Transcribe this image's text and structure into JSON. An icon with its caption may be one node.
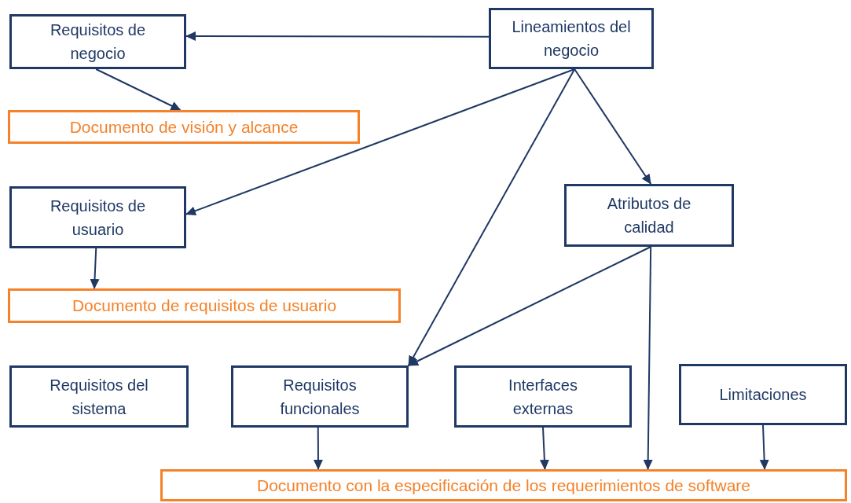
{
  "diagram": {
    "nodes": [
      {
        "text": [
          "Requisitos de negocio"
        ]
      },
      {
        "text": [
          "Lineamientos del negocio"
        ]
      },
      {
        "text": [
          "Documento de visión y alcance"
        ]
      },
      {
        "text": [
          "Requisitos de usuario"
        ]
      },
      {
        "text": [
          "Atributos de calidad"
        ]
      },
      {
        "text": [
          "Documento de requisitos de usuario"
        ]
      },
      {
        "text": [
          "Requisitos del sistema"
        ]
      },
      {
        "text": [
          "Requisitos funcionales"
        ]
      },
      {
        "text": [
          "Interfaces externas"
        ]
      },
      {
        "text": [
          "Limitaciones"
        ]
      },
      {
        "text": [
          "Documento con la especificación de los requerimientos de software"
        ]
      }
    ],
    "edges": [
      {
        "from": 1,
        "to": 0,
        "arrow": "to"
      },
      {
        "from": 0,
        "to": 2,
        "arrow": "to"
      },
      {
        "from": 1,
        "to": 3,
        "arrow": "to"
      },
      {
        "from": 1,
        "to": 4,
        "arrow": "to"
      },
      {
        "from": 1,
        "to": 7,
        "arrow": "to"
      },
      {
        "from": 3,
        "to": 5,
        "arrow": "to"
      },
      {
        "from": 4,
        "to": 7,
        "arrow": "to"
      },
      {
        "from": 4,
        "to": 10,
        "arrow": "to"
      },
      {
        "from": 7,
        "to": 10,
        "arrow": "to"
      },
      {
        "from": 8,
        "to": 10,
        "arrow": "to"
      },
      {
        "from": 9,
        "to": 10,
        "arrow": "to"
      }
    ]
  }
}
